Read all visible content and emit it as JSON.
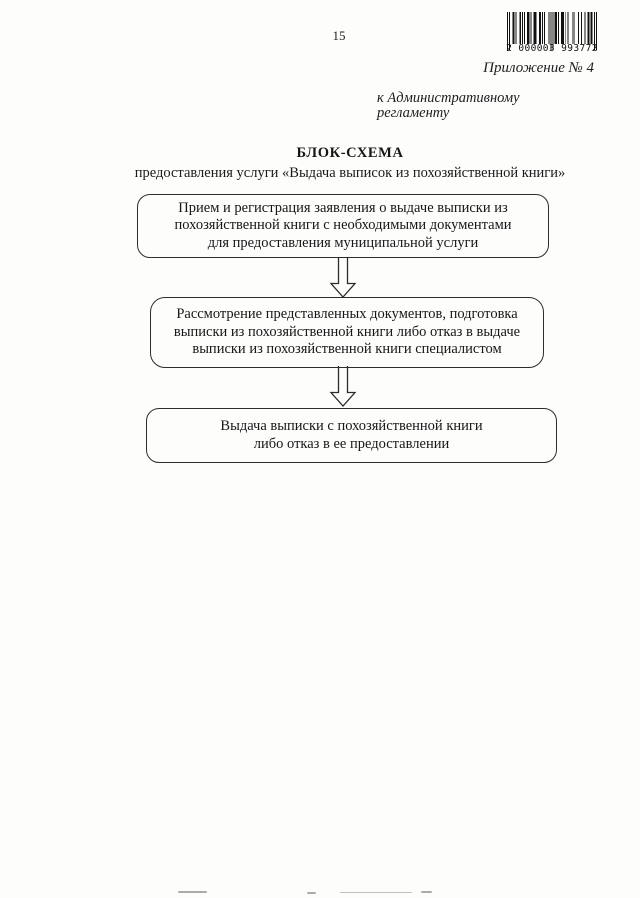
{
  "page": {
    "number": "15",
    "appendix": "Приложение № 4",
    "regulation_reference": {
      "line1": "к Административному",
      "line2": "регламенту"
    },
    "title": "БЛОК-СХЕМА",
    "subtitle": "предоставления услуги «Выдача выписок из похозяйственной книги»"
  },
  "barcode": {
    "number": "2 000003 993772",
    "pattern": "10100011010001101010011101001110001101010000101010111010011101001000010100010010001001101100101"
  },
  "flowchart": {
    "steps": [
      {
        "lines": [
          "Прием и регистрация заявления о выдаче выписки из",
          "похозяйственной книги с необходимыми документами",
          "для предоставления муниципальной услуги"
        ]
      },
      {
        "lines": [
          "Рассмотрение представленных документов, подготовка",
          "выписки из похозяйственной книги либо отказ в выдаче",
          "выписки из похозяйственной книги специалистом"
        ]
      },
      {
        "lines": [
          "Выдача выписки с похозяйственной книги",
          "либо отказ в ее предоставлении"
        ]
      }
    ]
  },
  "colors": {
    "text": "#1c1c1c",
    "border": "#2d2d2d",
    "background": "#fdfdfc"
  }
}
